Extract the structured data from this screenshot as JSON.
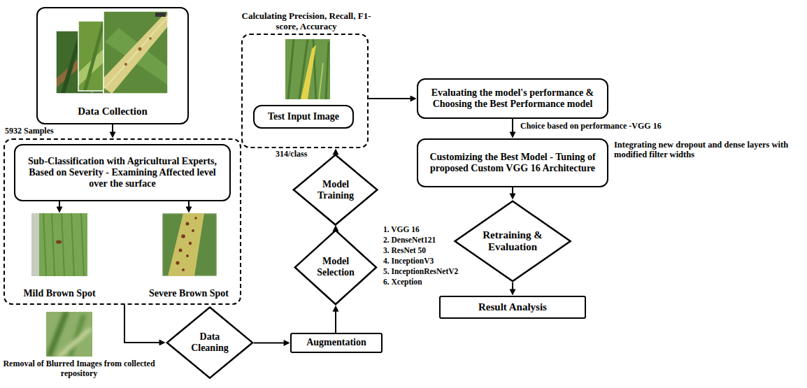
{
  "diagram": {
    "nodes": [
      {
        "text": [
          "Data Collection"
        ]
      },
      {
        "text": []
      },
      {
        "text": [
          "Sub-Classification with Agricultural Experts, Based on Severity - Examining Affected level over the surface"
        ],
        "in": 1
      },
      {
        "text": [
          "Mild Brown Spot"
        ],
        "in": 1
      },
      {
        "text": [
          "Severe Brown Spot"
        ],
        "in": 1
      },
      {
        "text": [
          "Data Cleaning"
        ]
      },
      {
        "text": [
          "Augmentation"
        ]
      },
      {
        "text": [
          "Model Selection"
        ]
      },
      {
        "text": [
          "Model Training"
        ]
      },
      {
        "text": [
          "Calculating Precision, Recall, F1-score, Accuracy"
        ]
      },
      {
        "text": [
          "Test Input Image"
        ],
        "in": 9
      },
      {
        "text": [
          "Evaluating the model's performance & Choosing the Best Performance model"
        ]
      },
      {
        "text": [
          "Customizing the Best Model - Tuning of proposed Custom VGG 16 Architecture"
        ]
      },
      {
        "text": [
          "Retraining & Evaluation"
        ]
      },
      {
        "text": [
          "Result Analysis"
        ]
      }
    ],
    "edges": [
      {
        "from": 0,
        "to": 1,
        "arrow": "to",
        "label": "5932 Samples"
      },
      {
        "from": 2,
        "to": 3,
        "arrow": "to"
      },
      {
        "from": 2,
        "to": 4,
        "arrow": "to"
      },
      {
        "from": 1,
        "to": 5,
        "arrow": "to"
      },
      {
        "from": 5,
        "to": 6,
        "arrow": "to"
      },
      {
        "from": 6,
        "to": 7,
        "arrow": "to"
      },
      {
        "from": 7,
        "to": 8,
        "arrow": "to"
      },
      {
        "from": 8,
        "to": 9,
        "arrow": "to",
        "label": "314/class"
      },
      {
        "from": 9,
        "to": 11,
        "arrow": "to"
      },
      {
        "from": 11,
        "to": 12,
        "arrow": "to",
        "label": "Choice based on performance -VGG 16"
      },
      {
        "from": 12,
        "to": 13,
        "arrow": "to"
      },
      {
        "from": 13,
        "to": 14,
        "arrow": "to"
      }
    ],
    "labels": [
      "Removal of Blurred Images from collected repository",
      "1. VGG 16",
      "2. DenseNet121",
      "3. ResNet 50",
      "4. InceptionV3",
      "5. InceptionResNetV2",
      "6. Xception",
      "Integrating new dropout and dense layers with modified filter widths"
    ]
  }
}
